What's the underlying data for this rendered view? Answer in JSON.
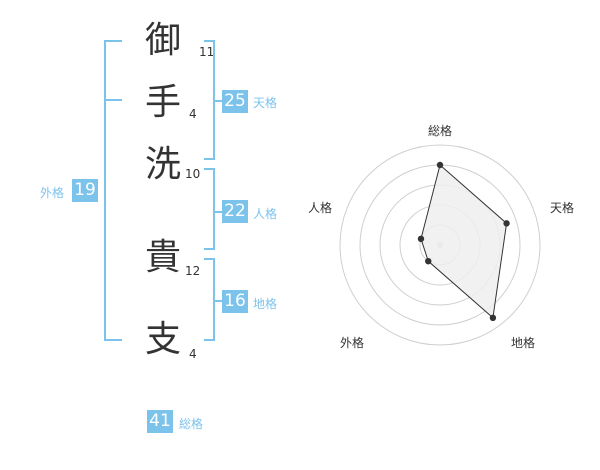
{
  "name": {
    "characters": [
      {
        "char": "御",
        "strokes": "11"
      },
      {
        "char": "手",
        "strokes": "4"
      },
      {
        "char": "洗",
        "strokes": "10"
      },
      {
        "char": "貴",
        "strokes": "12"
      },
      {
        "char": "支",
        "strokes": "4"
      }
    ]
  },
  "scores": {
    "tenkaku": {
      "value": "25",
      "label": "天格"
    },
    "jinkaku": {
      "value": "22",
      "label": "人格"
    },
    "chikaku": {
      "value": "16",
      "label": "地格"
    },
    "gaikaku": {
      "value": "19",
      "label": "外格"
    },
    "soukaku": {
      "value": "41",
      "label": "総格"
    }
  },
  "radar": {
    "axes": [
      "総格",
      "天格",
      "地格",
      "外格",
      "人格"
    ],
    "values": [
      0.8,
      0.7,
      0.9,
      0.2,
      0.2
    ],
    "rings": 5,
    "colors": {
      "fill": "#efefef",
      "line": "#333333",
      "grid": "#cfcfcf",
      "point": "#333333",
      "center": "#cccccc"
    }
  },
  "colors": {
    "accent": "#7cc3ec",
    "text": "#333333"
  }
}
